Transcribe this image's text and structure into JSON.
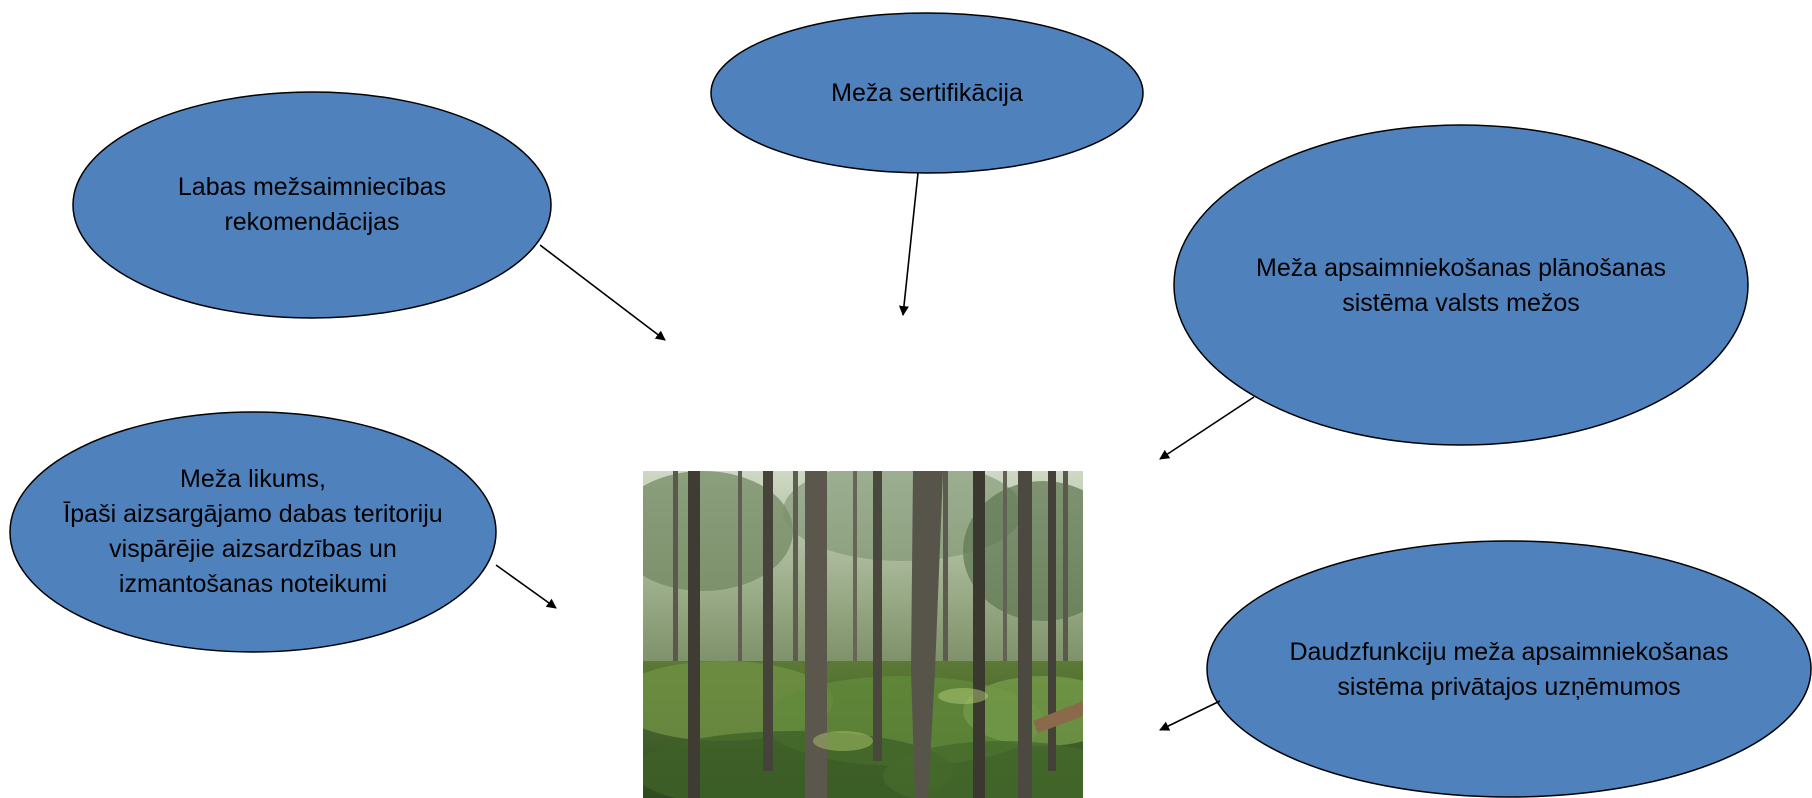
{
  "nodes": [
    {
      "id": "meza-sertifikacija",
      "text": "Meža sertifikācija"
    },
    {
      "id": "labas-mezsaimniecibas",
      "text": "Labas mežsaimniecības\nrekomendācijas"
    },
    {
      "id": "planosanas-sistema",
      "text": "Meža apsaimniekošanas plānošanas\nsistēma valsts mežos"
    },
    {
      "id": "meza-likums",
      "text": "Meža likums,\nĪpaši aizsargājamo dabas teritoriju\nvispārējie aizsardzības un\nizmantošanas noteikumi"
    },
    {
      "id": "daudzfunkciju-sistema",
      "text": "Daudzfunkciju meža apsaimniekošanas\nsistēma privātajos uzņēmumos"
    }
  ],
  "edges": [
    {
      "from": "meza-sertifikacija",
      "to": "forest-photo"
    },
    {
      "from": "labas-mezsaimniecibas",
      "to": "forest-photo"
    },
    {
      "from": "planosanas-sistema",
      "to": "forest-photo"
    },
    {
      "from": "meza-likums",
      "to": "forest-photo"
    },
    {
      "from": "daudzfunkciju-sistema",
      "to": "forest-photo"
    }
  ],
  "colors": {
    "node_fill": "#4F81BD",
    "node_stroke": "#000000",
    "arrow": "#000000"
  },
  "image": {
    "subject": "forest-photo"
  }
}
